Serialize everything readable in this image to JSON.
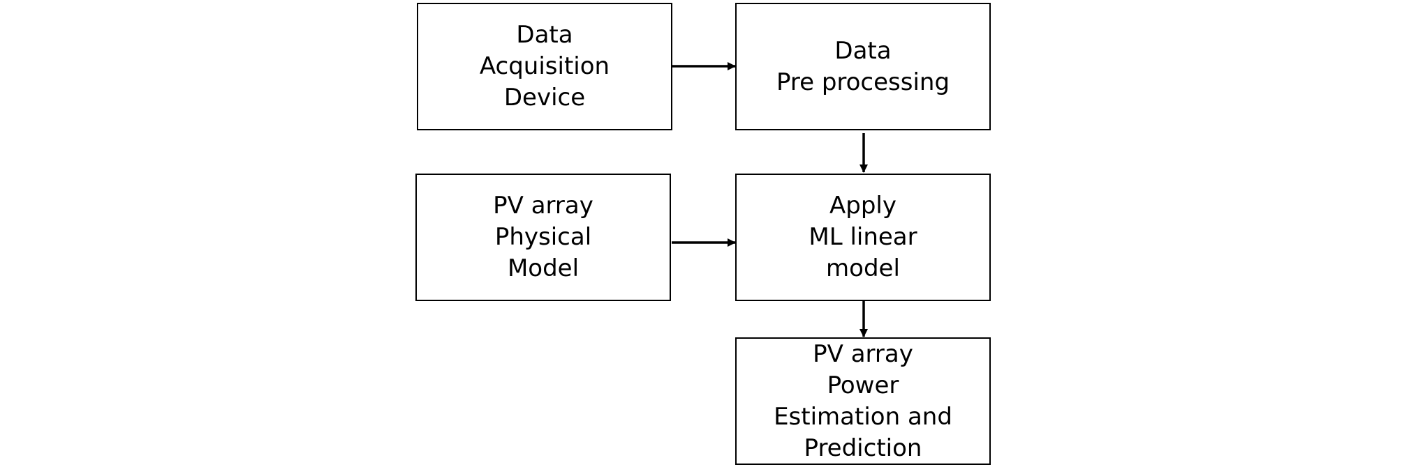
{
  "diagram": {
    "nodes": {
      "data_acquisition": {
        "lines": [
          "Data",
          "Acquisition",
          "Device"
        ]
      },
      "data_preprocessing": {
        "lines": [
          "Data",
          "Pre processing"
        ]
      },
      "pv_physical_model": {
        "lines": [
          "PV array",
          "Physical",
          "Model"
        ]
      },
      "apply_ml": {
        "lines": [
          "Apply",
          "ML linear",
          "model"
        ]
      },
      "pv_power_estimation": {
        "lines": [
          "PV array",
          "Power",
          "Estimation and",
          "Prediction"
        ]
      }
    },
    "edges": [
      {
        "from": "data_acquisition",
        "to": "data_preprocessing"
      },
      {
        "from": "data_preprocessing",
        "to": "apply_ml"
      },
      {
        "from": "pv_physical_model",
        "to": "apply_ml"
      },
      {
        "from": "apply_ml",
        "to": "pv_power_estimation"
      }
    ]
  }
}
